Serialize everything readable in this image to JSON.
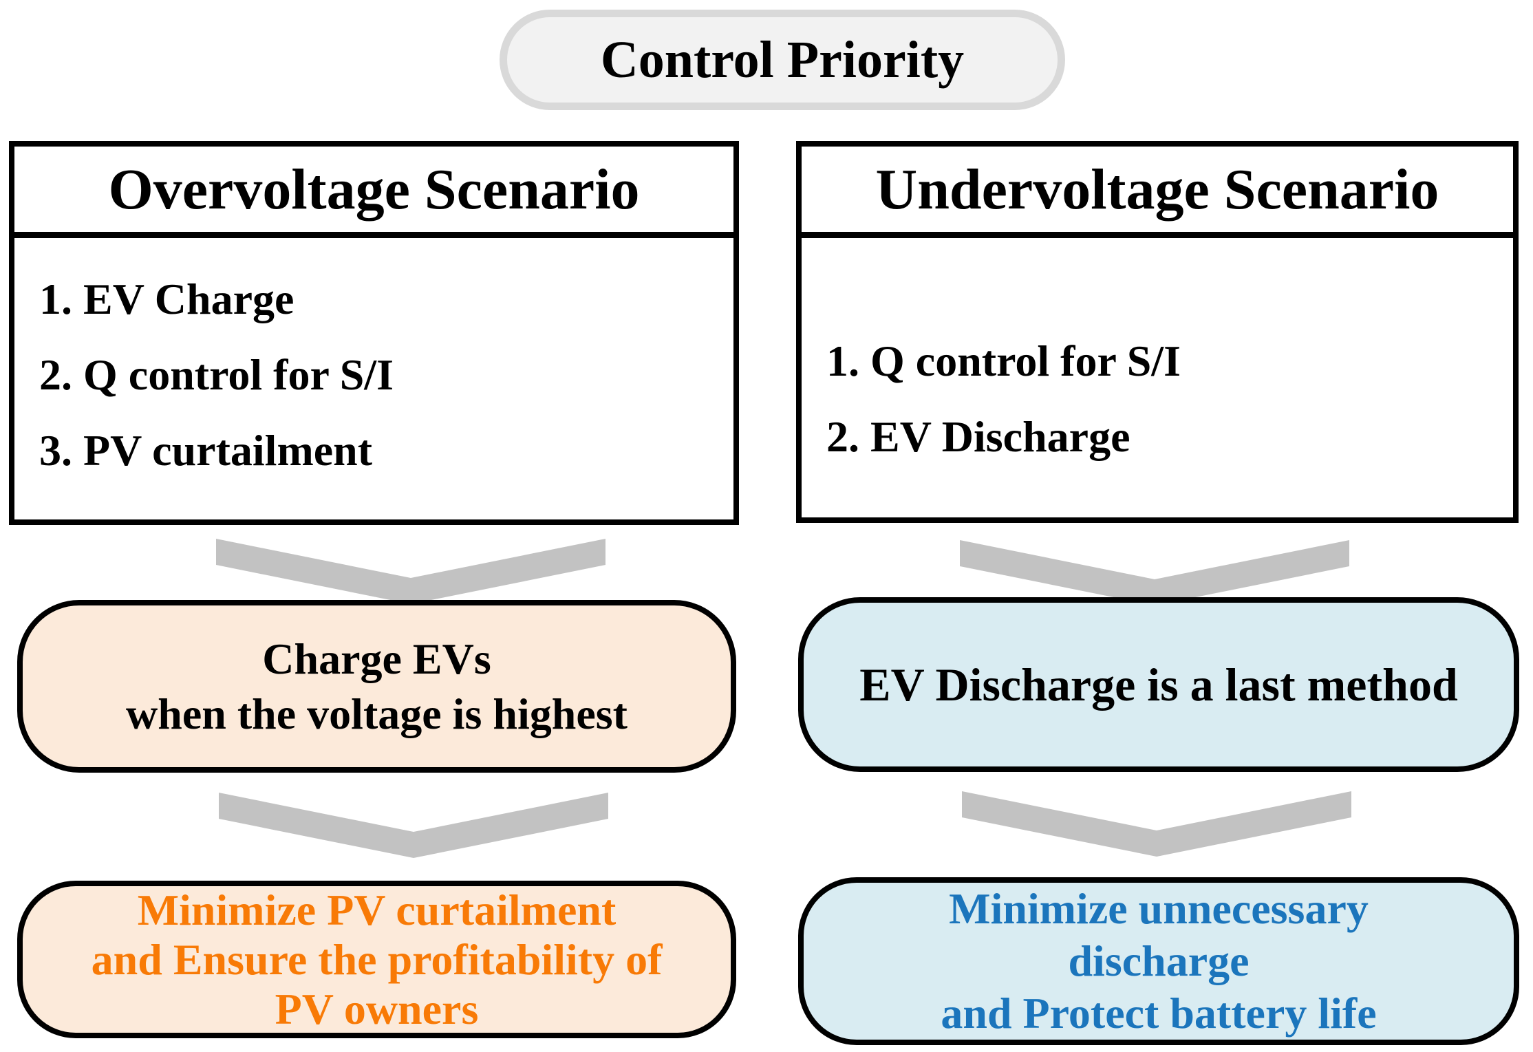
{
  "title": "Control Priority",
  "overvoltage": {
    "header": "Overvoltage Scenario",
    "items": [
      "1. EV Charge",
      "2. Q control for S/I",
      "3. PV curtailment"
    ],
    "result": {
      "line1": "Charge EVs",
      "line2": "when the voltage is highest"
    },
    "goal": {
      "line1": "Minimize PV curtailment",
      "line2": "and Ensure the profitability of",
      "line3": "PV owners"
    }
  },
  "undervoltage": {
    "header": "Undervoltage Scenario",
    "items": [
      "1. Q control for S/I",
      "2. EV Discharge"
    ],
    "result": {
      "line1": "EV Discharge is a last method"
    },
    "goal": {
      "line1": "Minimize unnecessary",
      "line2": "discharge",
      "line3": "and Protect battery life"
    }
  },
  "colors": {
    "title_fill": "#F2F2F2",
    "title_border": "#D9D9D9",
    "box_border": "#000000",
    "chevron_gray": "#C2C2C2",
    "peach_fill": "#FCEADA",
    "blue_fill": "#D9ECF2",
    "orange_text": "#F87A06",
    "blue_text": "#1B75BC"
  }
}
